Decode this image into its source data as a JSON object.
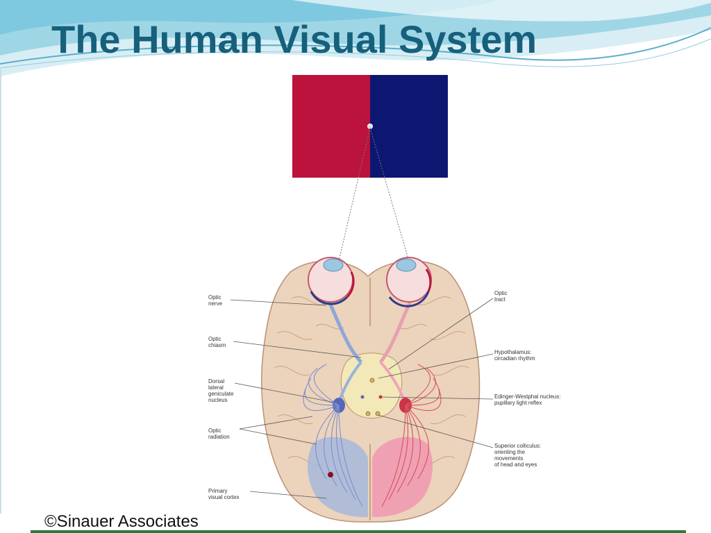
{
  "slide": {
    "title": "The Human Visual System",
    "credit": "©Sinauer Associates"
  },
  "colors": {
    "title": "#17607c",
    "left_field": "#bb133c",
    "right_field": "#0d1670",
    "banner": "#7fc9e0"
  },
  "labels": {
    "optic_nerve": "Optic\nnerve",
    "optic_chiasm": "Optic\nchiasm",
    "dorsal_lgn": "Dorsal\nlateral\ngeniculate\nnucleus",
    "optic_radiation": "Optic\nradiation",
    "primary_visual_cortex": "Primary\nvisual cortex",
    "optic_tract": "Optic\ntract",
    "hypothalamus": "Hypothalamus:\ncircadian rhythm",
    "edinger_westphal": "Edinger-Westphal nucleus:\npupillary light reflex",
    "superior_colliculus": "Superior colliculus:\norienting the\nmovements\nof head and eyes"
  }
}
